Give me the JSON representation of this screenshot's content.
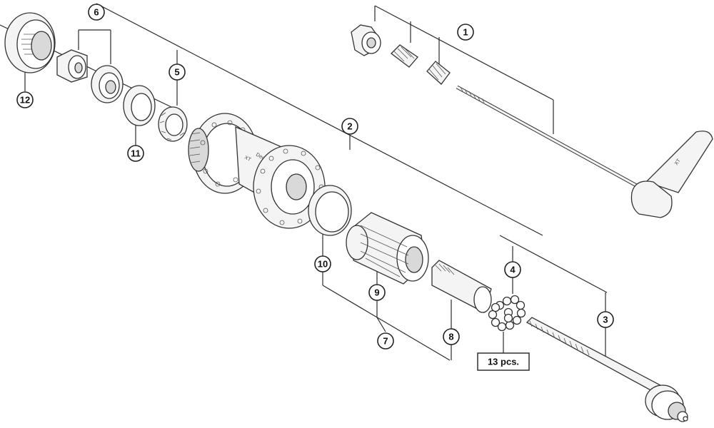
{
  "diagram": {
    "callouts": [
      "1",
      "2",
      "3",
      "4",
      "5",
      "6",
      "7",
      "8",
      "9",
      "10",
      "11",
      "12"
    ],
    "quantity_note": "13 pcs."
  },
  "hub_markings": {
    "model": "XT",
    "series": "Deore"
  }
}
